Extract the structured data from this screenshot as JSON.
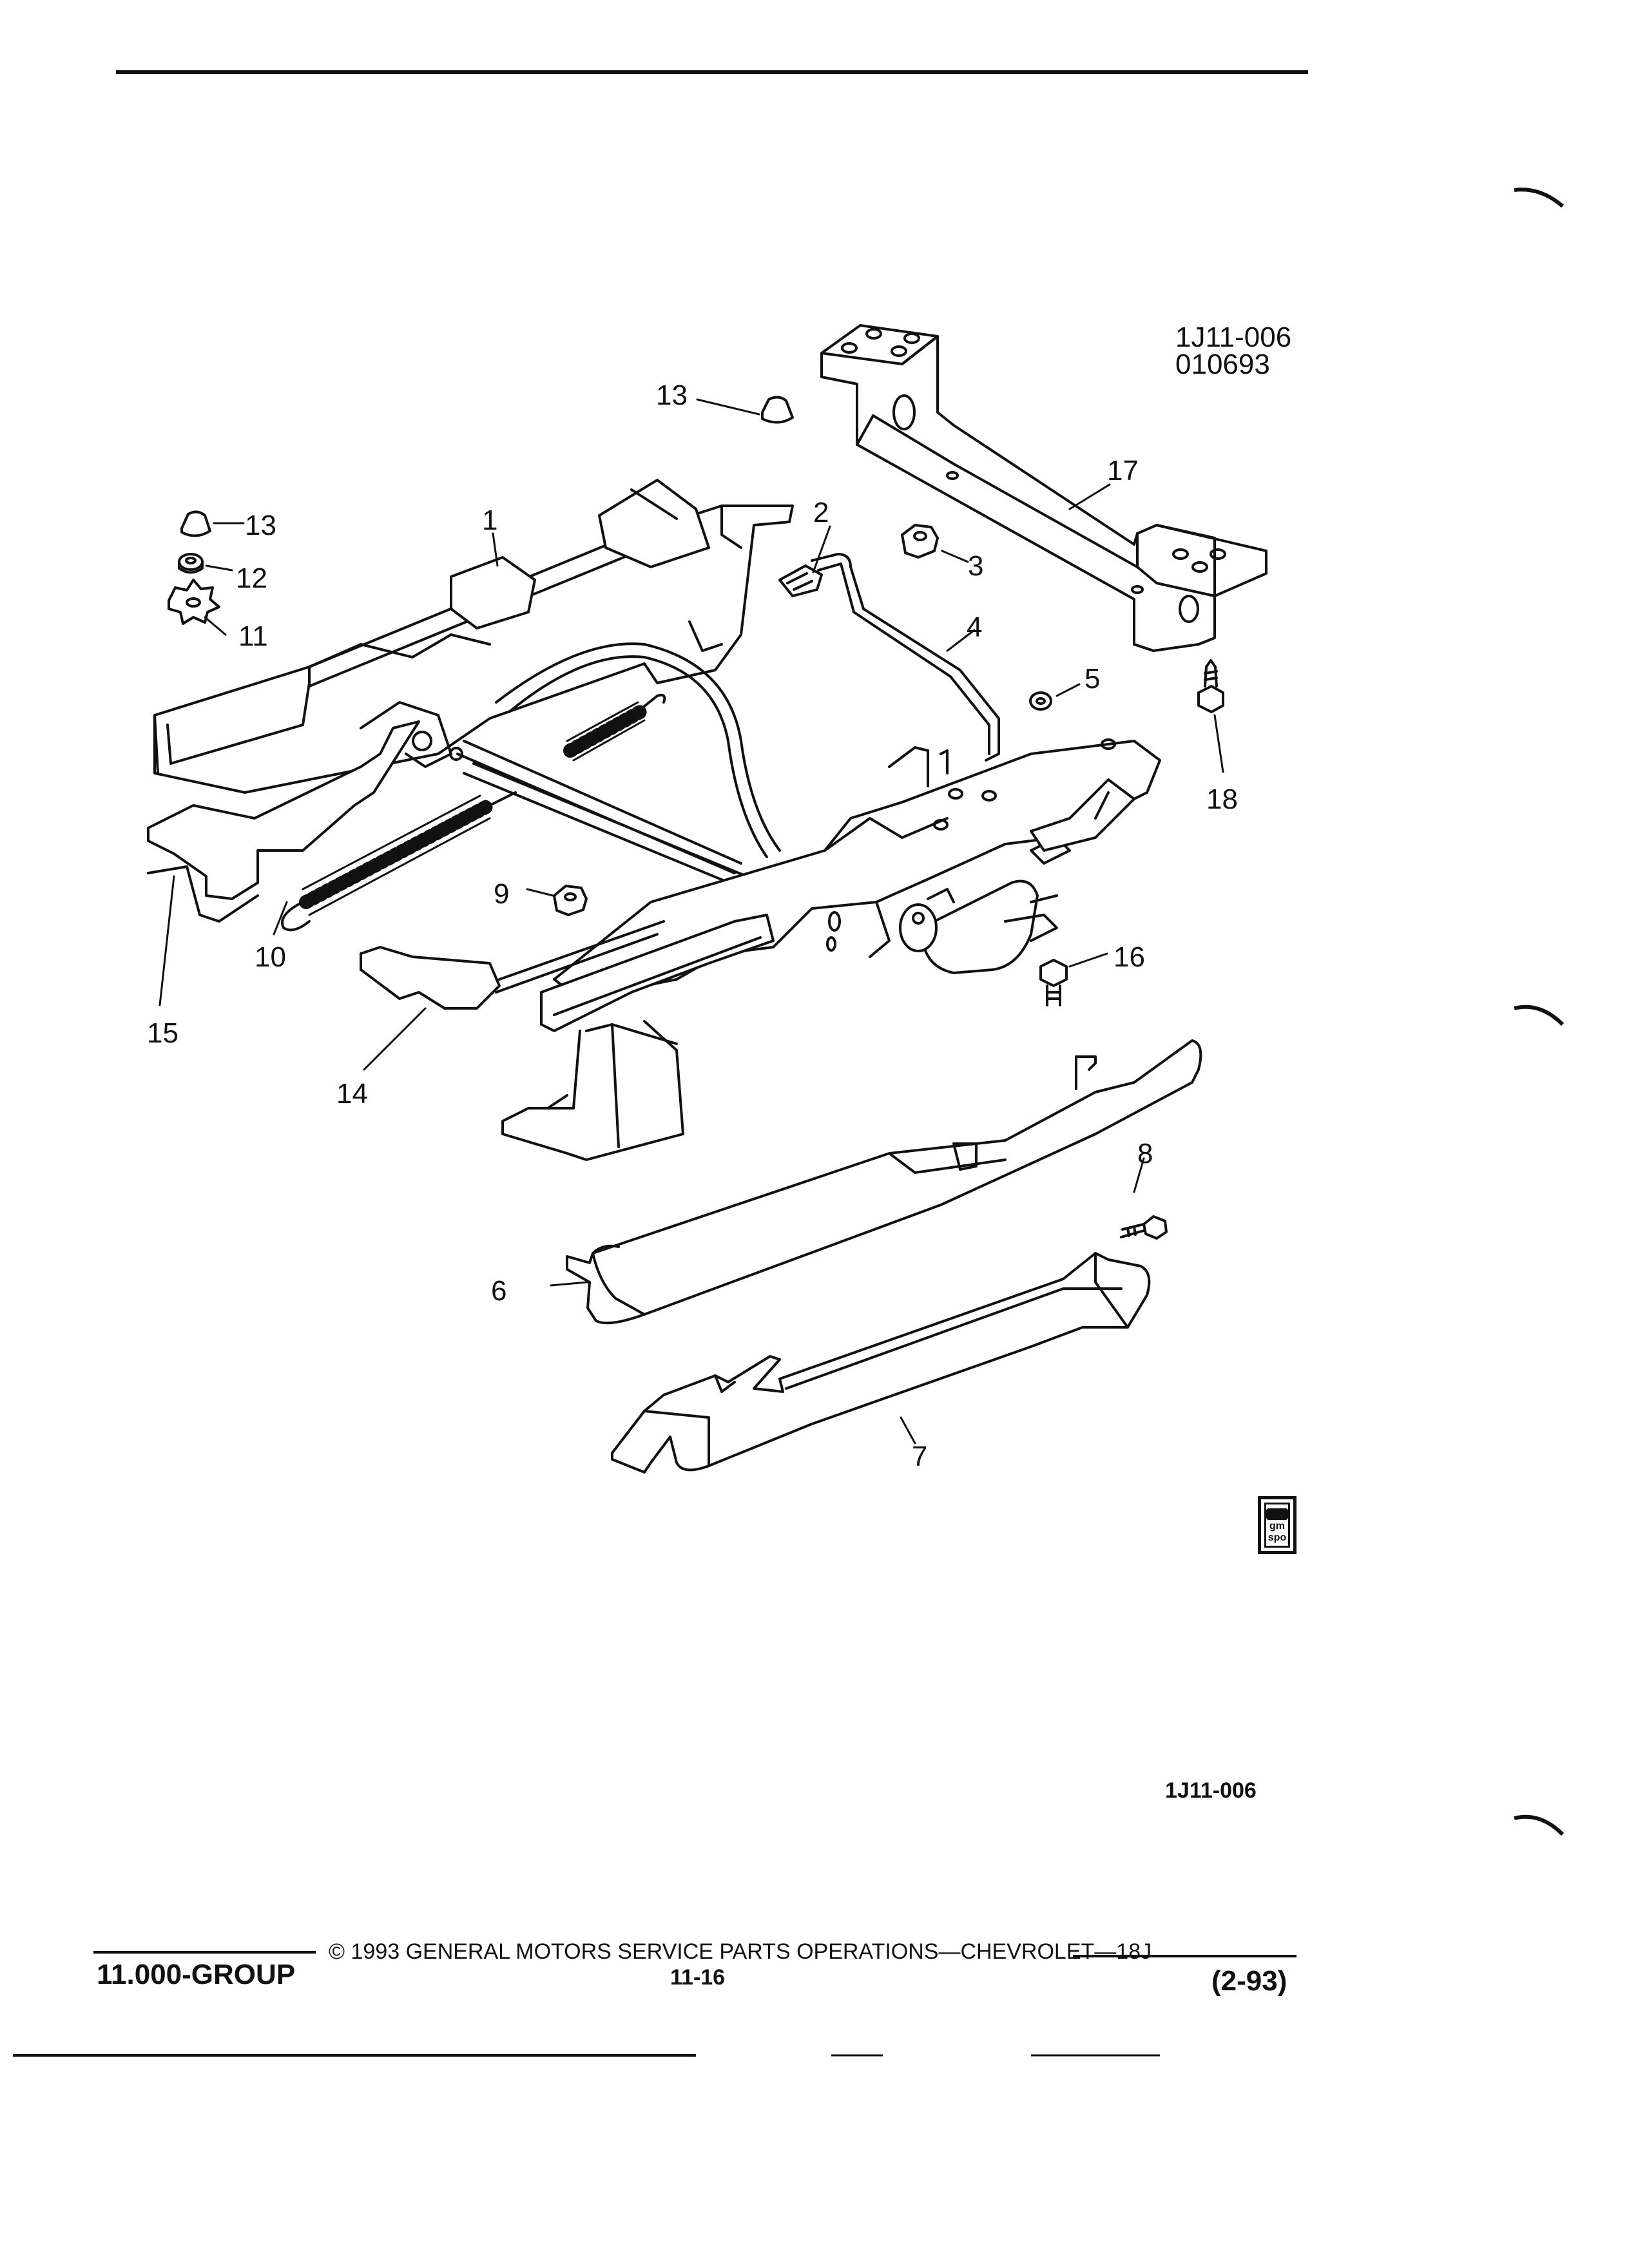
{
  "figure": {
    "ref_code": "1J11-006",
    "date_code": "010693",
    "bottom_ref": "1J11-006"
  },
  "callouts": [
    "1",
    "2",
    "3",
    "4",
    "5",
    "6",
    "7",
    "8",
    "9",
    "10",
    "11",
    "12",
    "13",
    "13",
    "14",
    "15",
    "16",
    "17",
    "18"
  ],
  "emblem": {
    "line1": "gm",
    "line2": "spo"
  },
  "footer": {
    "group": "11.000-GROUP",
    "copyright": "© 1993 GENERAL MOTORS SERVICE PARTS OPERATIONS—CHEVROLET—18J",
    "page": "11-16",
    "revision": "(2-93)"
  }
}
